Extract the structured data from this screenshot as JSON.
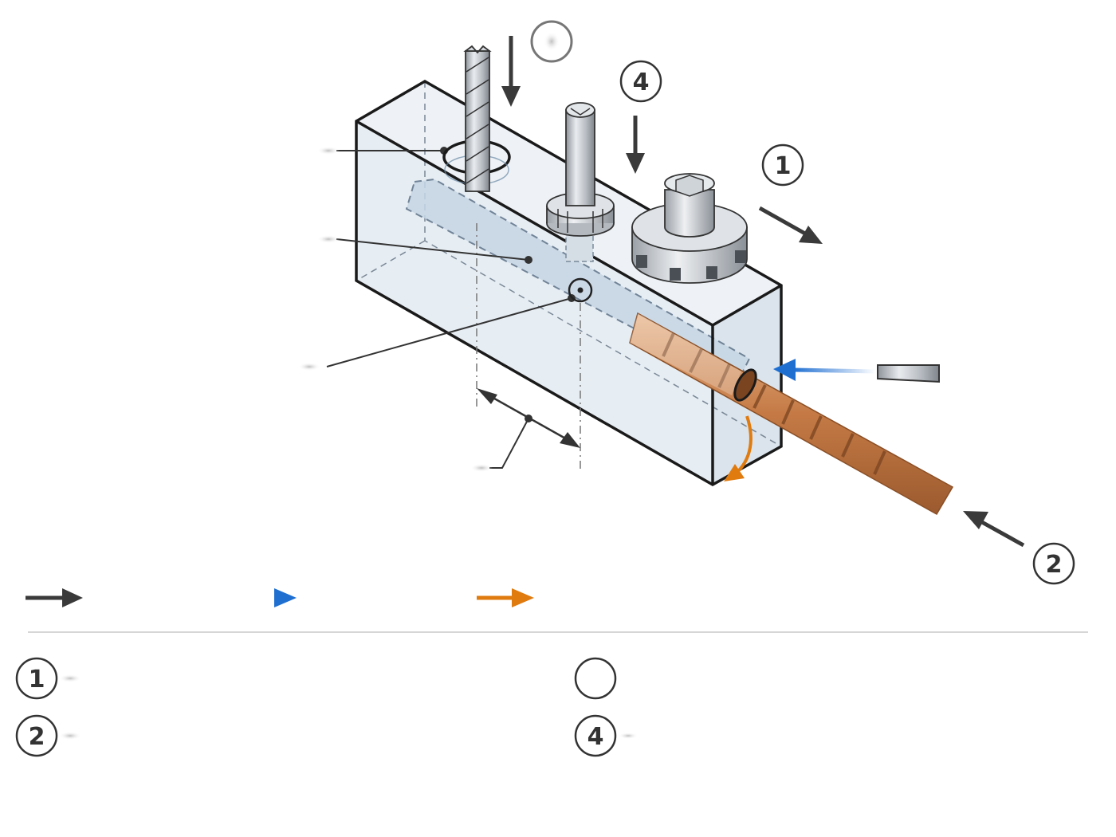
{
  "diagram": {
    "steps": [
      {
        "id": "step-1",
        "number": "1"
      },
      {
        "id": "step-2",
        "number": "2"
      },
      {
        "id": "step-3",
        "number": ""
      },
      {
        "id": "step-4",
        "number": "4"
      }
    ]
  },
  "legend": {
    "arrow_items": [
      {
        "name": "black-arrow",
        "color": "#3a3a3a"
      },
      {
        "name": "blue-arrow",
        "color": "#1f6fd1"
      },
      {
        "name": "orange-arrow",
        "color": "#e07b10"
      }
    ],
    "steps": [
      {
        "number": "1"
      },
      {
        "number": ""
      },
      {
        "number": "2"
      },
      {
        "number": "4"
      }
    ]
  },
  "colors": {
    "outline": "#1a1a1a",
    "block_fill": "#e8eef4",
    "slot_fill": "#c5d5e3",
    "copper": "#c8814f",
    "steel": "#b8bec6",
    "blue_arrow": "#1f6fd1",
    "orange_arrow": "#e07b10",
    "dark_arrow": "#3a3a3a"
  }
}
